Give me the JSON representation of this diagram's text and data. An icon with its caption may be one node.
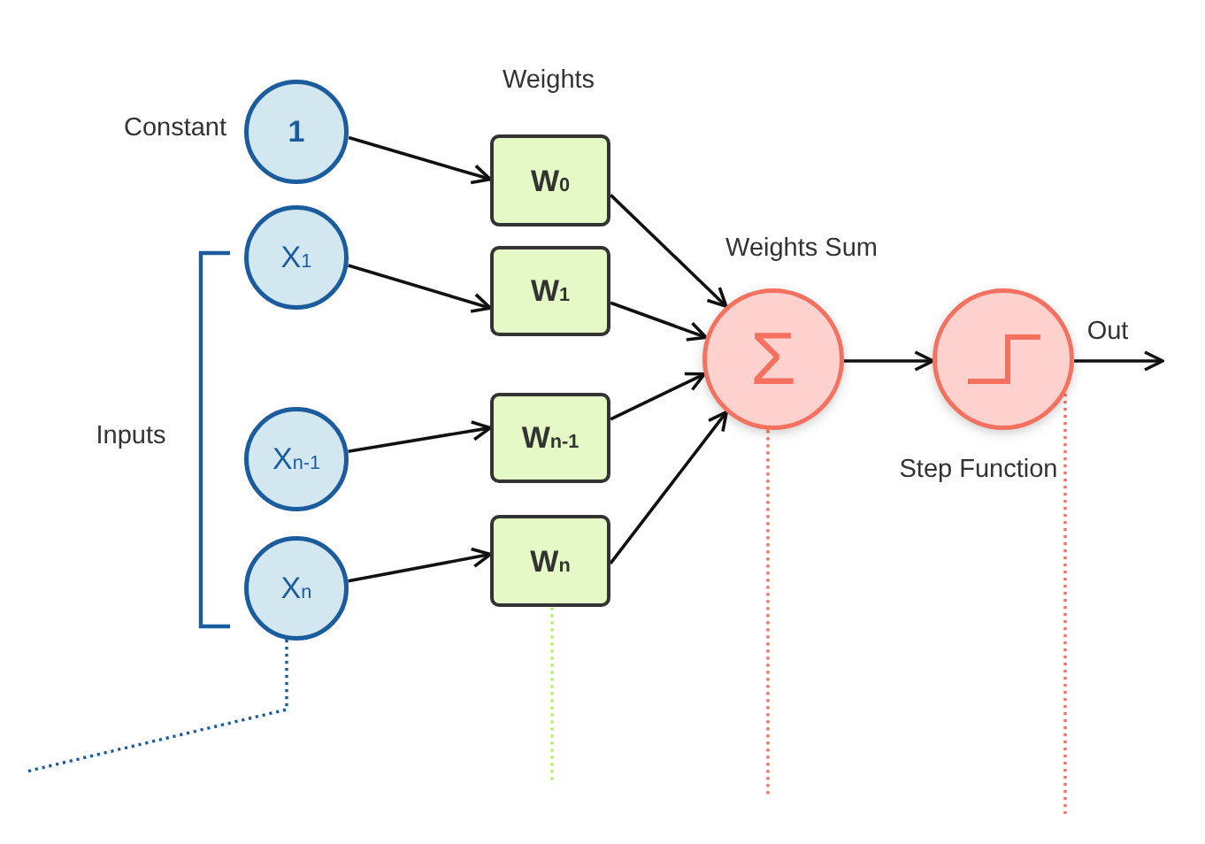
{
  "diagram": {
    "nodes": [
      {
        "text": [
          "1"
        ],
        "beside": [
          "Constant"
        ]
      },
      {
        "text": [
          "X$_{1}$"
        ]
      },
      {
        "text": [
          "X$_{n-1}$"
        ]
      },
      {
        "text": [
          "X$_{n}$"
        ]
      },
      {
        "text": [
          "W$_{0}$"
        ]
      },
      {
        "text": [
          "W$_{1}$"
        ]
      },
      {
        "text": [
          "W$_{n-1}$"
        ]
      },
      {
        "text": [
          "W$_{n}$"
        ]
      },
      {
        "text": [
          "Σ"
        ],
        "beside": [
          "Weights Sum"
        ]
      },
      {
        "text": [],
        "shape": "circle",
        "beside": [
          "Step Function"
        ]
      }
    ],
    "edges": [
      {
        "from": 0,
        "to": 4,
        "arrow": "to"
      },
      {
        "from": 1,
        "to": 5,
        "arrow": "to"
      },
      {
        "from": 2,
        "to": 6,
        "arrow": "to"
      },
      {
        "from": 3,
        "to": 7,
        "arrow": "to"
      },
      {
        "from": 4,
        "to": 8,
        "arrow": "to"
      },
      {
        "from": 5,
        "to": 8,
        "arrow": "to"
      },
      {
        "from": 6,
        "to": 8,
        "arrow": "to"
      },
      {
        "from": 7,
        "to": 8,
        "arrow": "to"
      },
      {
        "from": 8,
        "to": 9,
        "arrow": "to"
      },
      {
        "from": 9,
        "to": null,
        "arrow": "to",
        "label": "Out"
      },
      {
        "from": 3,
        "to": null,
        "arrow": "none",
        "style": "dashed",
        "color": "#1b5c9e"
      },
      {
        "from": 7,
        "to": null,
        "arrow": "none",
        "style": "dashed",
        "color": "#b2ee5c"
      },
      {
        "from": 8,
        "to": null,
        "arrow": "none",
        "style": "dashed",
        "color": "#f4705f"
      },
      {
        "from": 9,
        "to": null,
        "arrow": "none",
        "style": "dashed",
        "color": "#f4705f"
      }
    ],
    "labels": [
      "Weights",
      "Inputs"
    ]
  }
}
